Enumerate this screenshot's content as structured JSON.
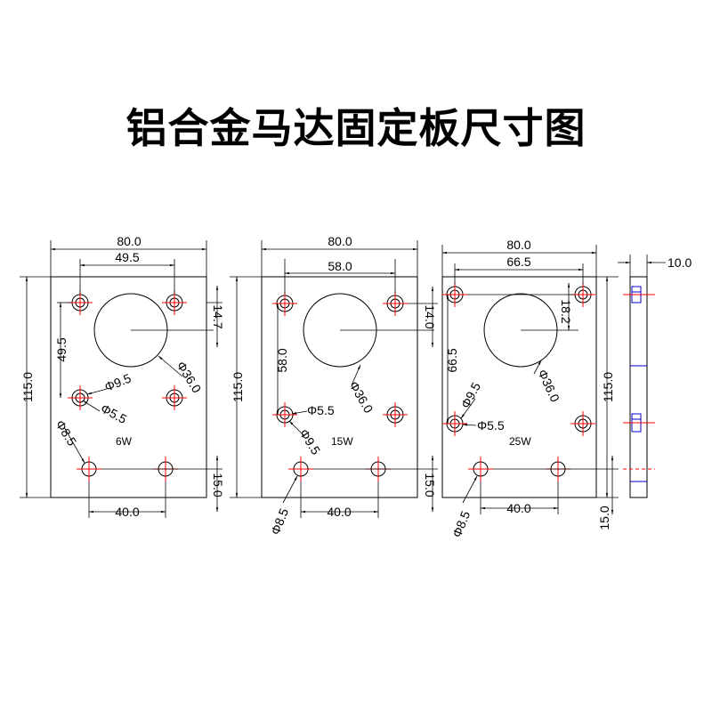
{
  "title": "铝合金马达固定板尺寸图",
  "colors": {
    "line": "#000000",
    "center": "#ff0000",
    "side": "#0000cc"
  },
  "plates": [
    {
      "power_label": "6W",
      "width": "80.0",
      "hole_spacing_top": "49.5",
      "height": "115.0",
      "offset_top": "14.7",
      "vertical_spacing": "49.5",
      "bottom_offset": "15.0",
      "bottom_spacing": "40.0",
      "dia_large": "Φ36.0",
      "dia_cb": "Φ9.5",
      "dia_small": "Φ5.5",
      "dia_bottom": "Φ8.5"
    },
    {
      "power_label": "15W",
      "width": "80.0",
      "hole_spacing_top": "58.0",
      "height": "115.0",
      "offset_top": "14.0",
      "vertical_spacing": "58.0",
      "bottom_offset": "15.0",
      "bottom_spacing": "40.0",
      "dia_large": "Φ36.0",
      "dia_cb": "Φ9.5",
      "dia_small": "Φ5.5",
      "dia_bottom": "Φ8.5"
    },
    {
      "power_label": "25W",
      "width": "80.0",
      "hole_spacing_top": "66.5",
      "height": "115.0",
      "offset_top": "18.2",
      "vertical_spacing": "66.5",
      "bottom_offset": "15.0",
      "bottom_spacing": "40.0",
      "dia_large": "Φ36.0",
      "dia_cb": "Φ9.5",
      "dia_small": "Φ5.5",
      "dia_bottom": "Φ8.5"
    }
  ],
  "side_view": {
    "thickness": "10.0",
    "height": "115.0",
    "bottom_offset": "15.0"
  }
}
